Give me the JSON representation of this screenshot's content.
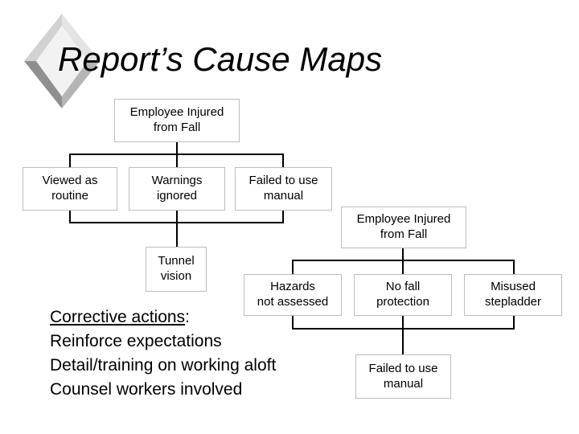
{
  "slide": {
    "title": "Report’s Cause Maps"
  },
  "colors": {
    "background": "#ffffff",
    "text": "#000000",
    "connector": "#000000",
    "box_fill": "#ffffff",
    "box_border": "#bdbdbd",
    "diamond_face": "#f2f2f2",
    "diamond_bevel_top_left": "#d2d2d2",
    "diamond_bevel_top_right": "#e4e4e4",
    "diamond_bevel_bottom_left": "#8f8f8f",
    "diamond_bevel_bottom_right": "#b5b5b5"
  },
  "map1": {
    "root": "Employee Injured\nfrom Fall",
    "causes": [
      "Viewed as\nroutine",
      "Warnings\nignored",
      "Failed to use\nmanual"
    ],
    "sub_cause": "Tunnel\nvision"
  },
  "map2": {
    "root": "Employee Injured\nfrom Fall",
    "causes": [
      "Hazards\nnot assessed",
      "No fall\nprotection",
      "Misused\nstepladder"
    ],
    "sub_cause": "Failed to use\nmanual"
  },
  "corrective": {
    "heading": "Corrective actions",
    "colon": ":",
    "items": [
      "Reinforce expectations",
      "Detail/training on working aloft",
      "Counsel workers involved"
    ]
  }
}
